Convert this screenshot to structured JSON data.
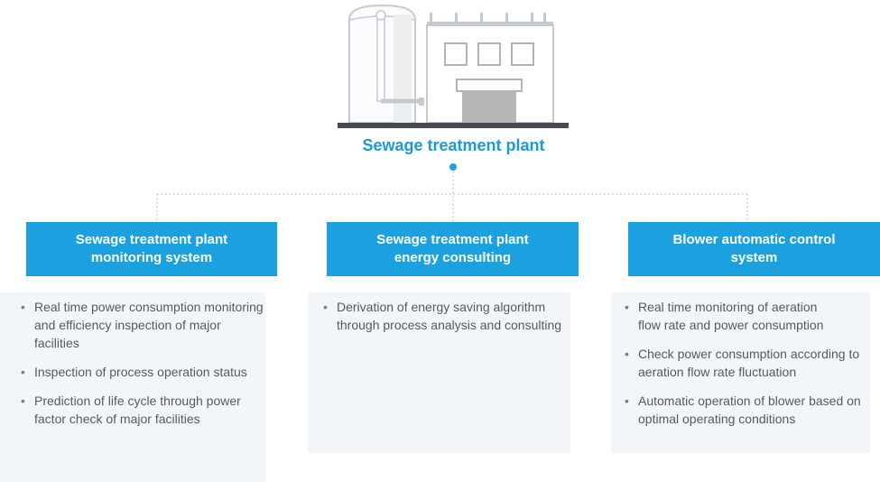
{
  "plant": {
    "title": "Sewage treatment plant"
  },
  "cards": [
    {
      "title_line1": "Sewage treatment plant",
      "title_line2": "monitoring system",
      "items": [
        [
          "Real time power consumption monitoring",
          "and efficiency inspection of major facilities"
        ],
        [
          "Inspection of process operation status"
        ],
        [
          "Prediction of life cycle through power",
          "factor check of major facilities"
        ]
      ]
    },
    {
      "title_line1": "Sewage treatment plant",
      "title_line2": "energy consulting",
      "items": [
        [
          "Derivation of energy saving algorithm",
          "through process analysis and consulting"
        ]
      ]
    },
    {
      "title_line1": "Blower automatic control",
      "title_line2": "system",
      "items": [
        [
          "Real time monitoring of aeration",
          "flow rate and power consumption"
        ],
        [
          "Check power consumption according to",
          "aeration flow rate fluctuation"
        ],
        [
          "Automatic operation of blower based on",
          "optimal operating conditions"
        ]
      ]
    }
  ],
  "colors": {
    "accent": "#1ba1df",
    "title": "#1b9ad6",
    "body_bg": "#f3f6f9",
    "text": "#555a60",
    "connector": "#b9bcc0"
  }
}
